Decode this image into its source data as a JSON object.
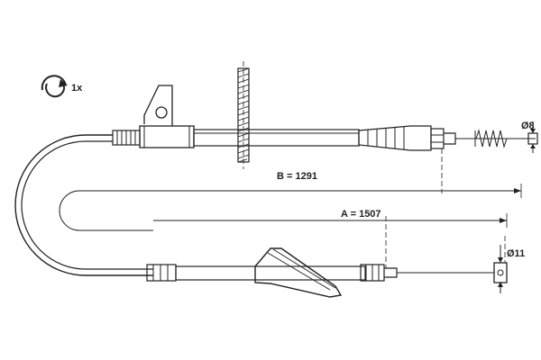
{
  "diagram": {
    "clip_count": "1x",
    "dimension_b": "B = 1291",
    "dimension_a": "A = 1507",
    "diameter_top": "Ø8",
    "diameter_bottom": "Ø11"
  },
  "colors": {
    "line": "#222222",
    "background": "#ffffff"
  }
}
